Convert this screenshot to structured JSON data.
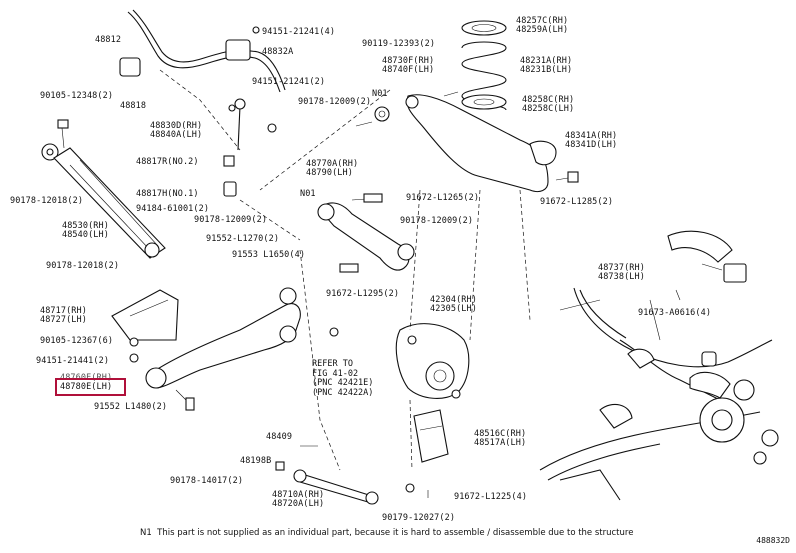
{
  "diagram": {
    "callouts": [
      "48812",
      "94151-21241(4)",
      "48832A",
      "48818",
      "94151-21241(2)",
      "90105-12348(2)",
      "48830D(RH)\n48840A(LH)",
      "48817R(NO.2)",
      "48817H(NO.1)",
      "94184-61001(2)",
      "90178-12018(2)",
      "48530(RH)\n48540(LH)",
      "90178-12018(2)",
      "90119-12393(2)",
      "48730F(RH)\n48740F(LH)",
      "N01",
      "90178-12009(2)",
      "48257C(RH)\n48259A(LH)",
      "48231A(RH)\n48231B(LH)",
      "48258C(RH)\n48258C(LH)",
      "48341A(RH)\n48341D(LH)",
      "91672-L1285(2)",
      "48770A(RH)\n48790(LH)",
      "N01",
      "91672-L1265(2)",
      "90178-12009(2)",
      "91552-L1270(2)",
      "90178-12009(2)",
      "91553 L1650(4)",
      "91672-L1295(2)",
      "48717(RH)\n48727(LH)",
      "90105-12367(6)",
      "94151-21441(2)",
      "48760E(RH)",
      "48780E(LH)",
      "91552 L1480(2)",
      "42304(RH)\n42305(LH)",
      "REFER TO\nFIG 41-02\n(PNC 42421E)\n(PNC 42422A)",
      "48409",
      "48198B",
      "90178-14017(2)",
      "48710A(RH)\n48720A(LH)",
      "90179-12027(2)",
      "48516C(RH)\n48517A(LH)",
      "91672-L1225(4)",
      "48737(RH)\n48738(LH)",
      "91673-A0616(4)"
    ],
    "highlighted_callout": "48780E(LH)",
    "highlight_color": "#b0103a",
    "footnote": "N1  This part is not supplied as an individual part, because it is hard to assemble / disassemble due to the structure",
    "figure_code": "488832D"
  }
}
